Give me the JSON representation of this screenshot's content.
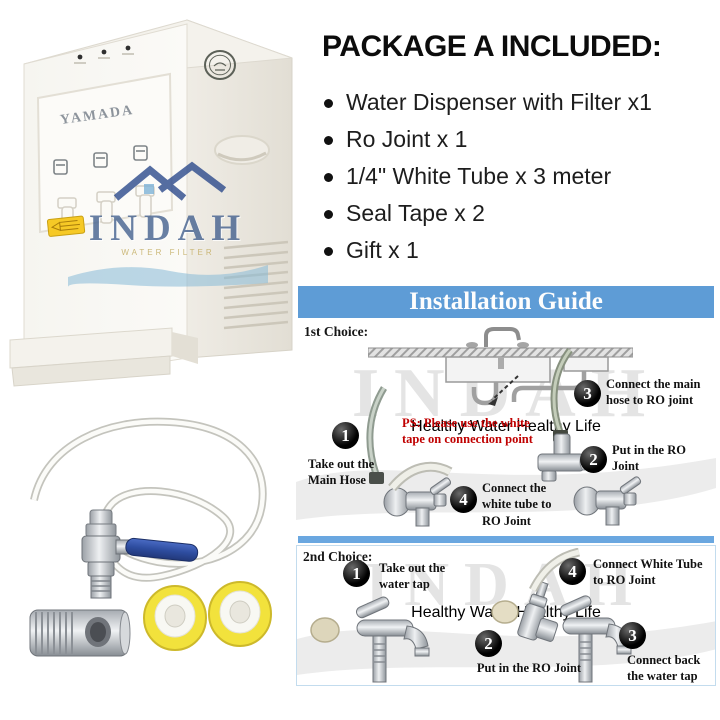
{
  "colors": {
    "banner_blue": "#5e9cd6",
    "divider_blue": "#6aa7e0",
    "note_red": "#c00000",
    "tape_yellow": "#f2e23c",
    "handle_blue": "#2e4da0",
    "watermark_navy": "#44618f"
  },
  "product_photo": {
    "brand": "YAMADA",
    "watermark_name": "INDAH",
    "watermark_tagline": "WATER FILTER"
  },
  "package_list": {
    "title": "PACKAGE A INCLUDED:",
    "items": [
      "Water Dispenser with Filter x1",
      "Ro Joint x 1",
      "1/4\" White Tube x 3 meter",
      "Seal Tape x 2",
      "Gift x 1"
    ]
  },
  "installation_guide": {
    "title": "Installation Guide",
    "watermark_name": "INDAH",
    "watermark_tagline": "Healthy Water Healthy Life",
    "first_choice": {
      "label": "1st Choice:",
      "note": "PS: Please use the white tape on connection point",
      "steps": [
        {
          "num": "1",
          "text": "Take out the Main Hose"
        },
        {
          "num": "2",
          "text": "Put in the RO Joint"
        },
        {
          "num": "3",
          "text": "Connect the main hose to RO joint"
        },
        {
          "num": "4",
          "text": "Connect the white tube to RO Joint"
        }
      ]
    },
    "second_choice": {
      "label": "2nd Choice:",
      "steps": [
        {
          "num": "1",
          "text": "Take out the water tap"
        },
        {
          "num": "2",
          "text": "Put in the RO Joint"
        },
        {
          "num": "3",
          "text": "Connect back the water tap"
        },
        {
          "num": "4",
          "text": "Connect White Tube to RO Joint"
        }
      ]
    }
  }
}
